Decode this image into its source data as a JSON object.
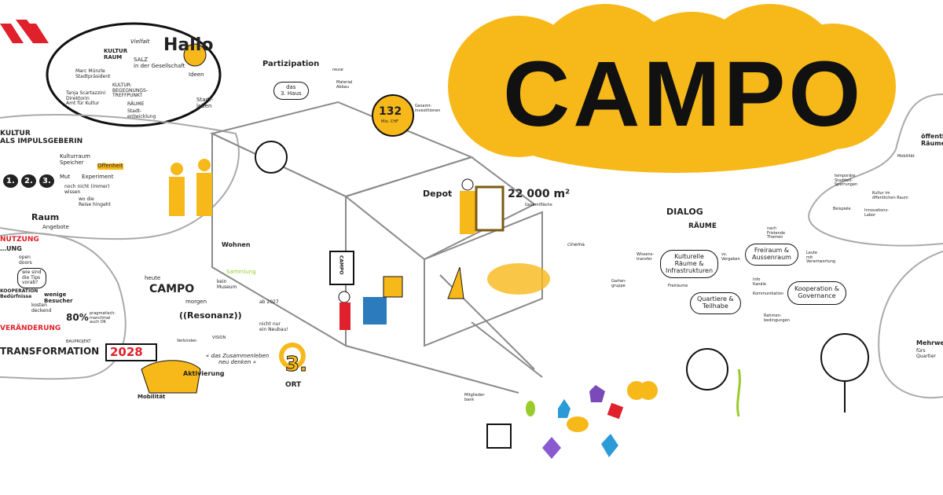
{
  "title": "CAMPO",
  "colors": {
    "yellow": "#f7b81a",
    "red": "#e0202a",
    "green": "#9acb2c",
    "ink": "#111111",
    "line": "#9a9a9a"
  },
  "intro": {
    "hallo": "Hallo",
    "kultur_raum": "KULTUR\nRAUM",
    "vielfalt": "Vielfalt",
    "salz": "SALZ\nin der Gesellschaft",
    "speaker1": "Marc Münzle\nStadtpräsident",
    "speaker2": "Tanja Scartazzini\nDirektorin\nAmt für Kultur",
    "begegnung": "KULTUR:\nBEGEGNUNGS-\nTREFFPUNKT",
    "raeume": "RÄUME",
    "stadtentwicklung": "Stadt-\nentwicklung",
    "ideen": "Ideen",
    "stadtleben": "Stadt-\nleben"
  },
  "impuls": {
    "heading": "KULTUR\nALS IMPULSGEBERIN",
    "steps": [
      "1.",
      "2.",
      "3."
    ],
    "kulturraum": "Kulturraum\nSpeicher",
    "offenheit": "Offenheit",
    "mut": "Mut",
    "experiment": "Experiment",
    "nicht_wissen": "noch nicht (immer)\nwissen",
    "reise": "wo die\nReise hingeht",
    "raum": "Raum",
    "angebote": "Angebote"
  },
  "nutzung": {
    "heading": "NUTZUNG",
    "sub": "…UNG",
    "open_doors": "open\ndoors",
    "bubble": "wie sind\ndie Tips\nvorab?",
    "kooperation": "KOOPERATION\nBedürfnisse",
    "wenige": "wenige\nBesucher",
    "kosten": "kosten\ndeckend",
    "percent": "80%",
    "pragmatisch": "pragmatisch:\nmanchmal\nauch OK",
    "veraenderung": "VERÄNDERUNG",
    "bauprojekt": "BAUPROJEKT",
    "transformation": "TRANSFORMATION",
    "year": "2028"
  },
  "vision": {
    "heute": "heute",
    "campo": "CAMPO",
    "morgen": "morgen",
    "sammlung": "Sammlung",
    "kein_museum": "kein\nMuseum",
    "ab": "ab 2027",
    "neubau": "nicht nur\nein Neubau!",
    "resonanz": "((Resonanz))",
    "verbinden": "Verbinden",
    "vision_label": "VISION",
    "zusammenleben": "« das Zusammenleben\nneu denken »",
    "aktivierung": "Aktivierung",
    "ort_num": "3.",
    "ort": "ORT",
    "mobilitaet": "Mobilität"
  },
  "building": {
    "partizipation": "Partizipation",
    "drittes_haus": "das\n3. Haus",
    "reuse": "reuse",
    "material": "Material\nAbbau",
    "budget": "132",
    "budget_unit": "Mio. CHF",
    "budget_label": "Gesamt-\ninvestitionen",
    "sign": "CAMPO",
    "wohnen": "Wohnen",
    "depot": "Depot",
    "area": "22 000 m²",
    "area_label": "Gesamtfläche",
    "cinema": "cinema",
    "garten": "Garten-\ngruppe",
    "bank": "Mitglieder-\nbank"
  },
  "dialog": {
    "heading": "DIALOG",
    "raeume": "RÄUME",
    "clouds": [
      "Kulturelle\nRäume &\nInfrastrukturen",
      "Freiraum &\nAussenraum",
      "Quartiere &\nTeilhabe",
      "Kooperation &\nGovernance"
    ],
    "wissen": "Wissens-\ntransfer",
    "vergaben": "vs.\nVergaben",
    "fristende": "nach\nFristende\nThemen",
    "leute": "Leute\nmit\nVerantwortung",
    "freiraeume": "Freiräume",
    "info": "Info\nKanäle",
    "kommunikation": "Kommunikation",
    "rahmen": "Rahmen-\nbedingungen"
  },
  "right": {
    "heading": "öffentliche\nRäume",
    "mobilitaet": "Mobilität",
    "sperrungen": "temporäre\nStadtteil-\nSperrungen",
    "kultur_oeff": "Kultur im\nöffentlichen Raum",
    "beispiele": "Beispiele",
    "labor": "Innovations-\nLabor",
    "mehrwert": "Mehrwert",
    "quartier": "fürs\nQuartier"
  }
}
